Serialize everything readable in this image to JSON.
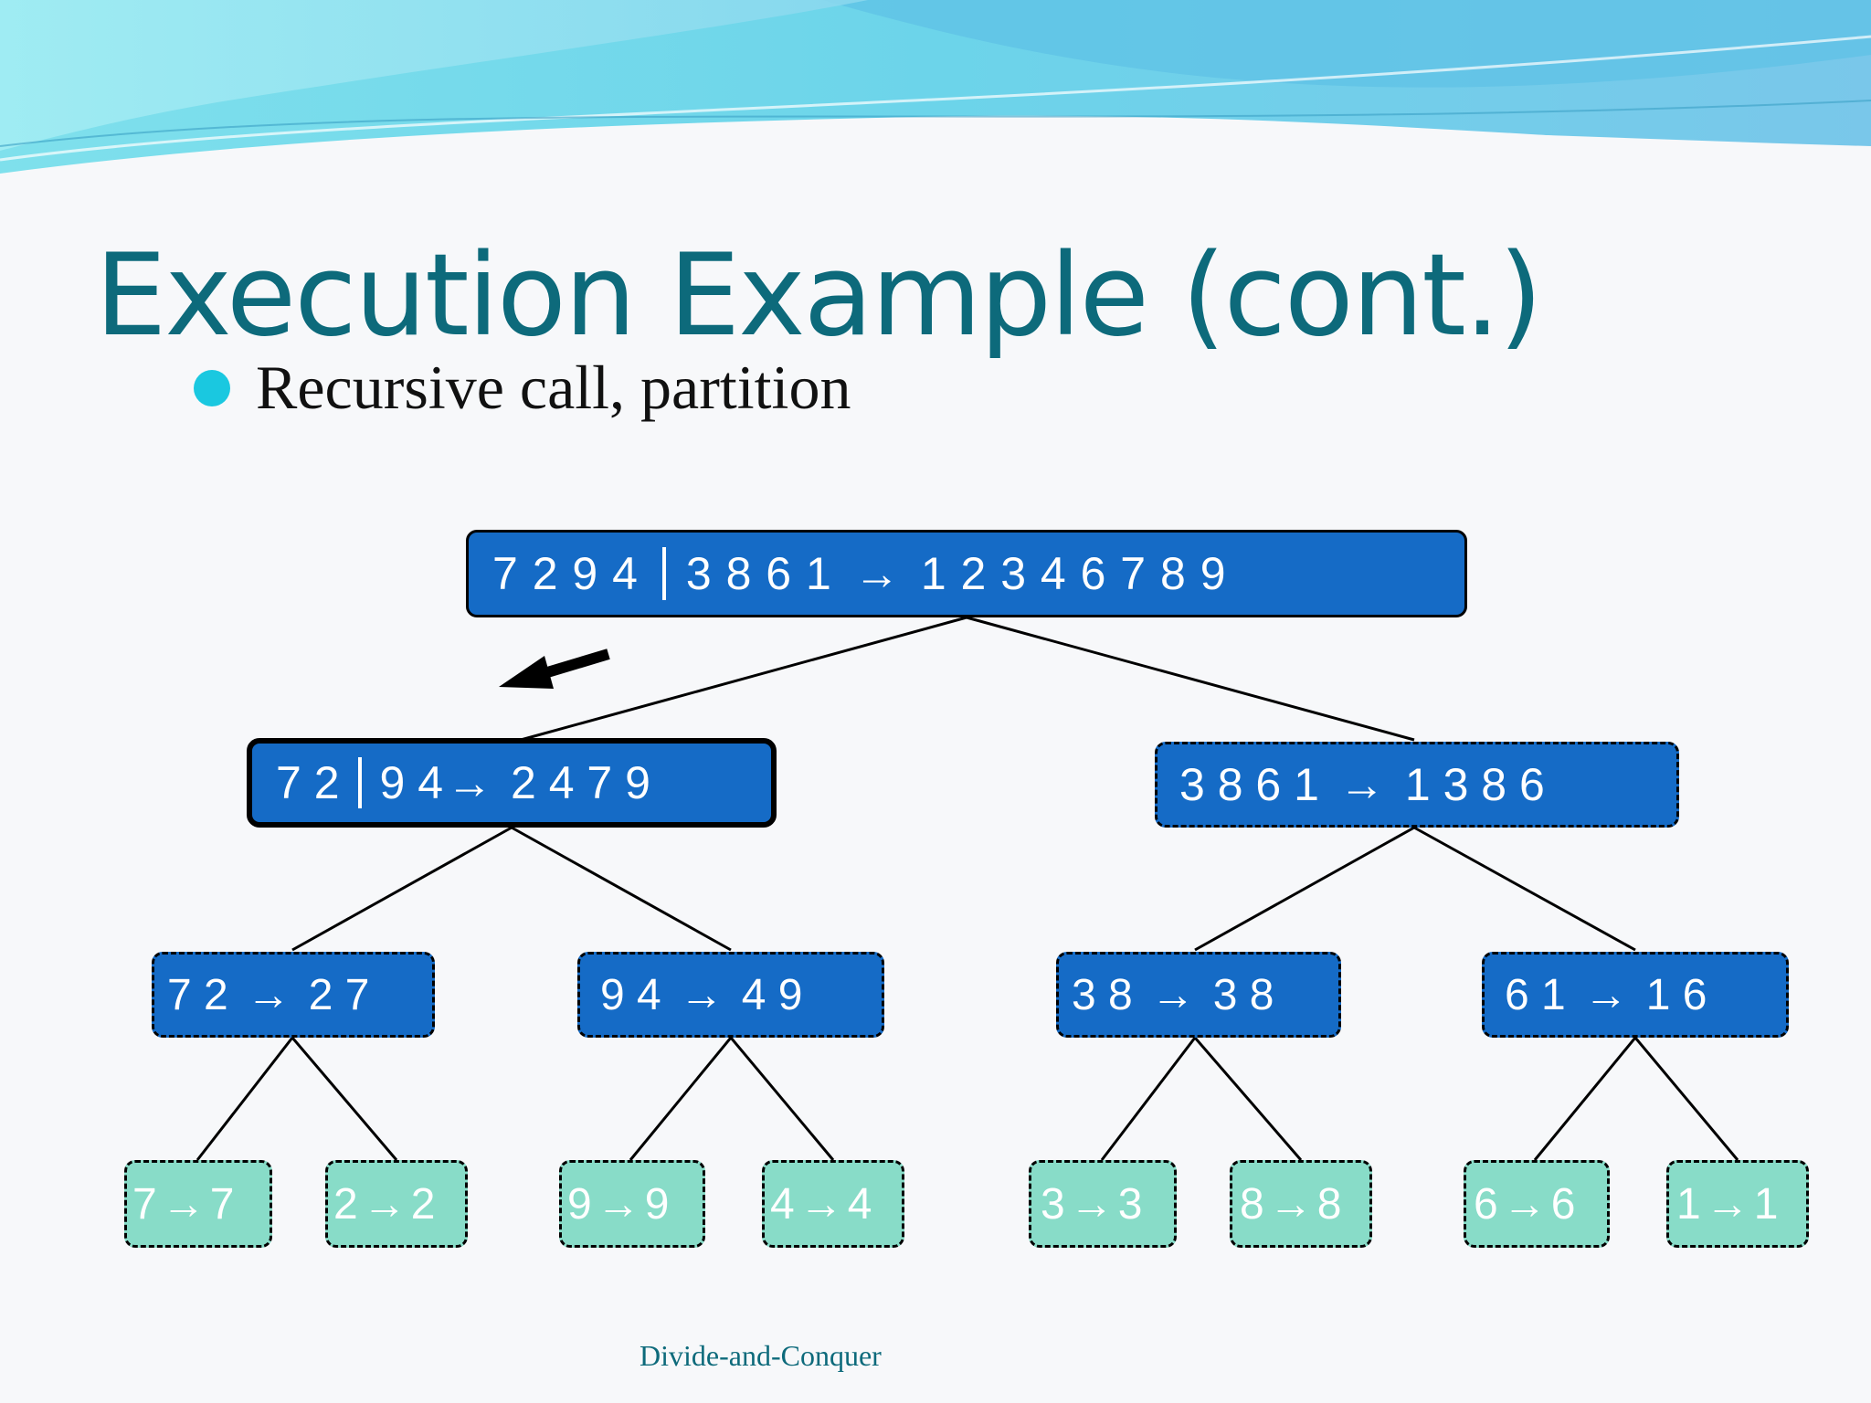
{
  "slide": {
    "title": "Execution Example (cont.)",
    "bullet": "Recursive call, partition",
    "footer": "Divide-and-Conquer"
  },
  "tree": {
    "root": {
      "left_part": "7 2 9 4",
      "right_part": "3 8 6 1",
      "arrow": "→",
      "sorted": "1 2 3 4 6 7 8 9",
      "state": "completed"
    },
    "level2": [
      {
        "left_part": "7 2",
        "right_part": "9 4",
        "arrow": "→",
        "sorted": "2 4 7 9",
        "state": "active"
      },
      {
        "input": "3 8 6 1",
        "arrow": "→",
        "sorted": "1 3 8 6",
        "state": "pending"
      }
    ],
    "level3": [
      {
        "input": "7 2",
        "arrow": "→",
        "sorted": "2 7",
        "state": "pending"
      },
      {
        "input": "9 4",
        "arrow": "→",
        "sorted": "4 9",
        "state": "pending"
      },
      {
        "input": "3 8",
        "arrow": "→",
        "sorted": "3 8",
        "state": "pending"
      },
      {
        "input": "6 1",
        "arrow": "→",
        "sorted": "1 6",
        "state": "pending"
      }
    ],
    "leaves": [
      {
        "input": "7",
        "arrow": "→",
        "sorted": "7"
      },
      {
        "input": "2",
        "arrow": "→",
        "sorted": "2"
      },
      {
        "input": "9",
        "arrow": "→",
        "sorted": "9"
      },
      {
        "input": "4",
        "arrow": "→",
        "sorted": "4"
      },
      {
        "input": "3",
        "arrow": "→",
        "sorted": "3"
      },
      {
        "input": "8",
        "arrow": "→",
        "sorted": "8"
      },
      {
        "input": "6",
        "arrow": "→",
        "sorted": "6"
      },
      {
        "input": "1",
        "arrow": "→",
        "sorted": "1"
      }
    ]
  },
  "colors": {
    "title": "#0d6a7b",
    "bullet": "#1ac8e0",
    "node_fill": "#156bc6",
    "leaf_fill": "#88dcc8",
    "edge": "#000000"
  },
  "icons": {
    "pointer": "arrow-pointer-icon",
    "divider": "partition-bar-icon"
  }
}
